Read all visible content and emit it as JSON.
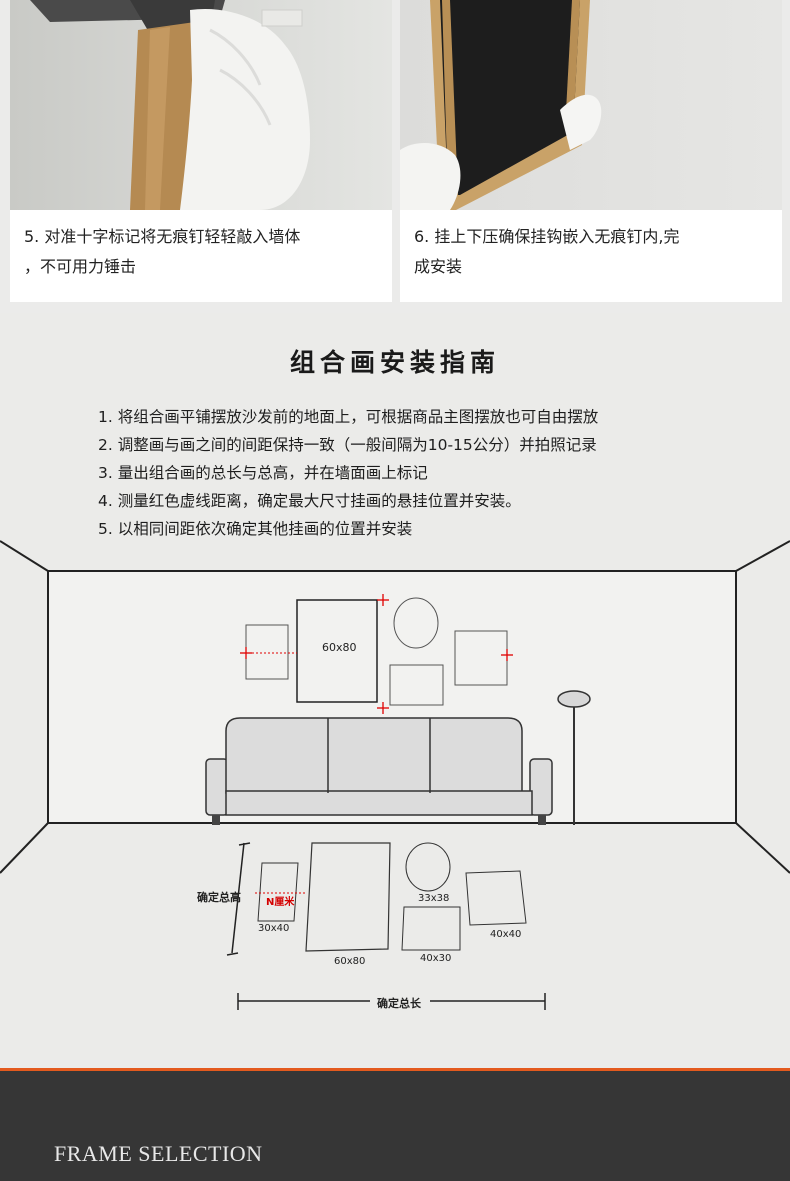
{
  "steps": [
    {
      "text_line1": "5. 对准十字标记将无痕钉轻轻敲入墙体",
      "text_line2": "，不可用力锤击"
    },
    {
      "text_line1": "6. 挂上下压确保挂钩嵌入无痕钉内,完",
      "text_line2": "成安装"
    }
  ],
  "guide": {
    "title": "组合画安装指南",
    "items": [
      "1. 将组合画平铺摆放沙发前的地面上，可根据商品主图摆放也可自由摆放",
      "2. 调整画与画之间的间距保持一致（一般间隔为10-15公分）并拍照记录",
      "3. 量出组合画的总长与总高，并在墙面画上标记",
      "4. 测量红色虚线距离，确定最大尺寸挂画的悬挂位置并安装。",
      "5. 以相同间距依次确定其他挂画的位置并安装"
    ],
    "diagram": {
      "wall_frame_label": "60x80",
      "floor_labels": {
        "total_height": "确定总高",
        "n_cm": "N厘米",
        "size_30x40": "30x40",
        "size_60x80": "60x80",
        "size_33x38": "33x38",
        "size_40x30": "40x30",
        "size_40x40": "40x40",
        "total_length": "确定总长"
      },
      "colors": {
        "marker": "#e00000",
        "line": "#333333"
      }
    }
  },
  "footer": {
    "title": "FRAME SELECTION",
    "accent_color": "#e35a1e"
  }
}
